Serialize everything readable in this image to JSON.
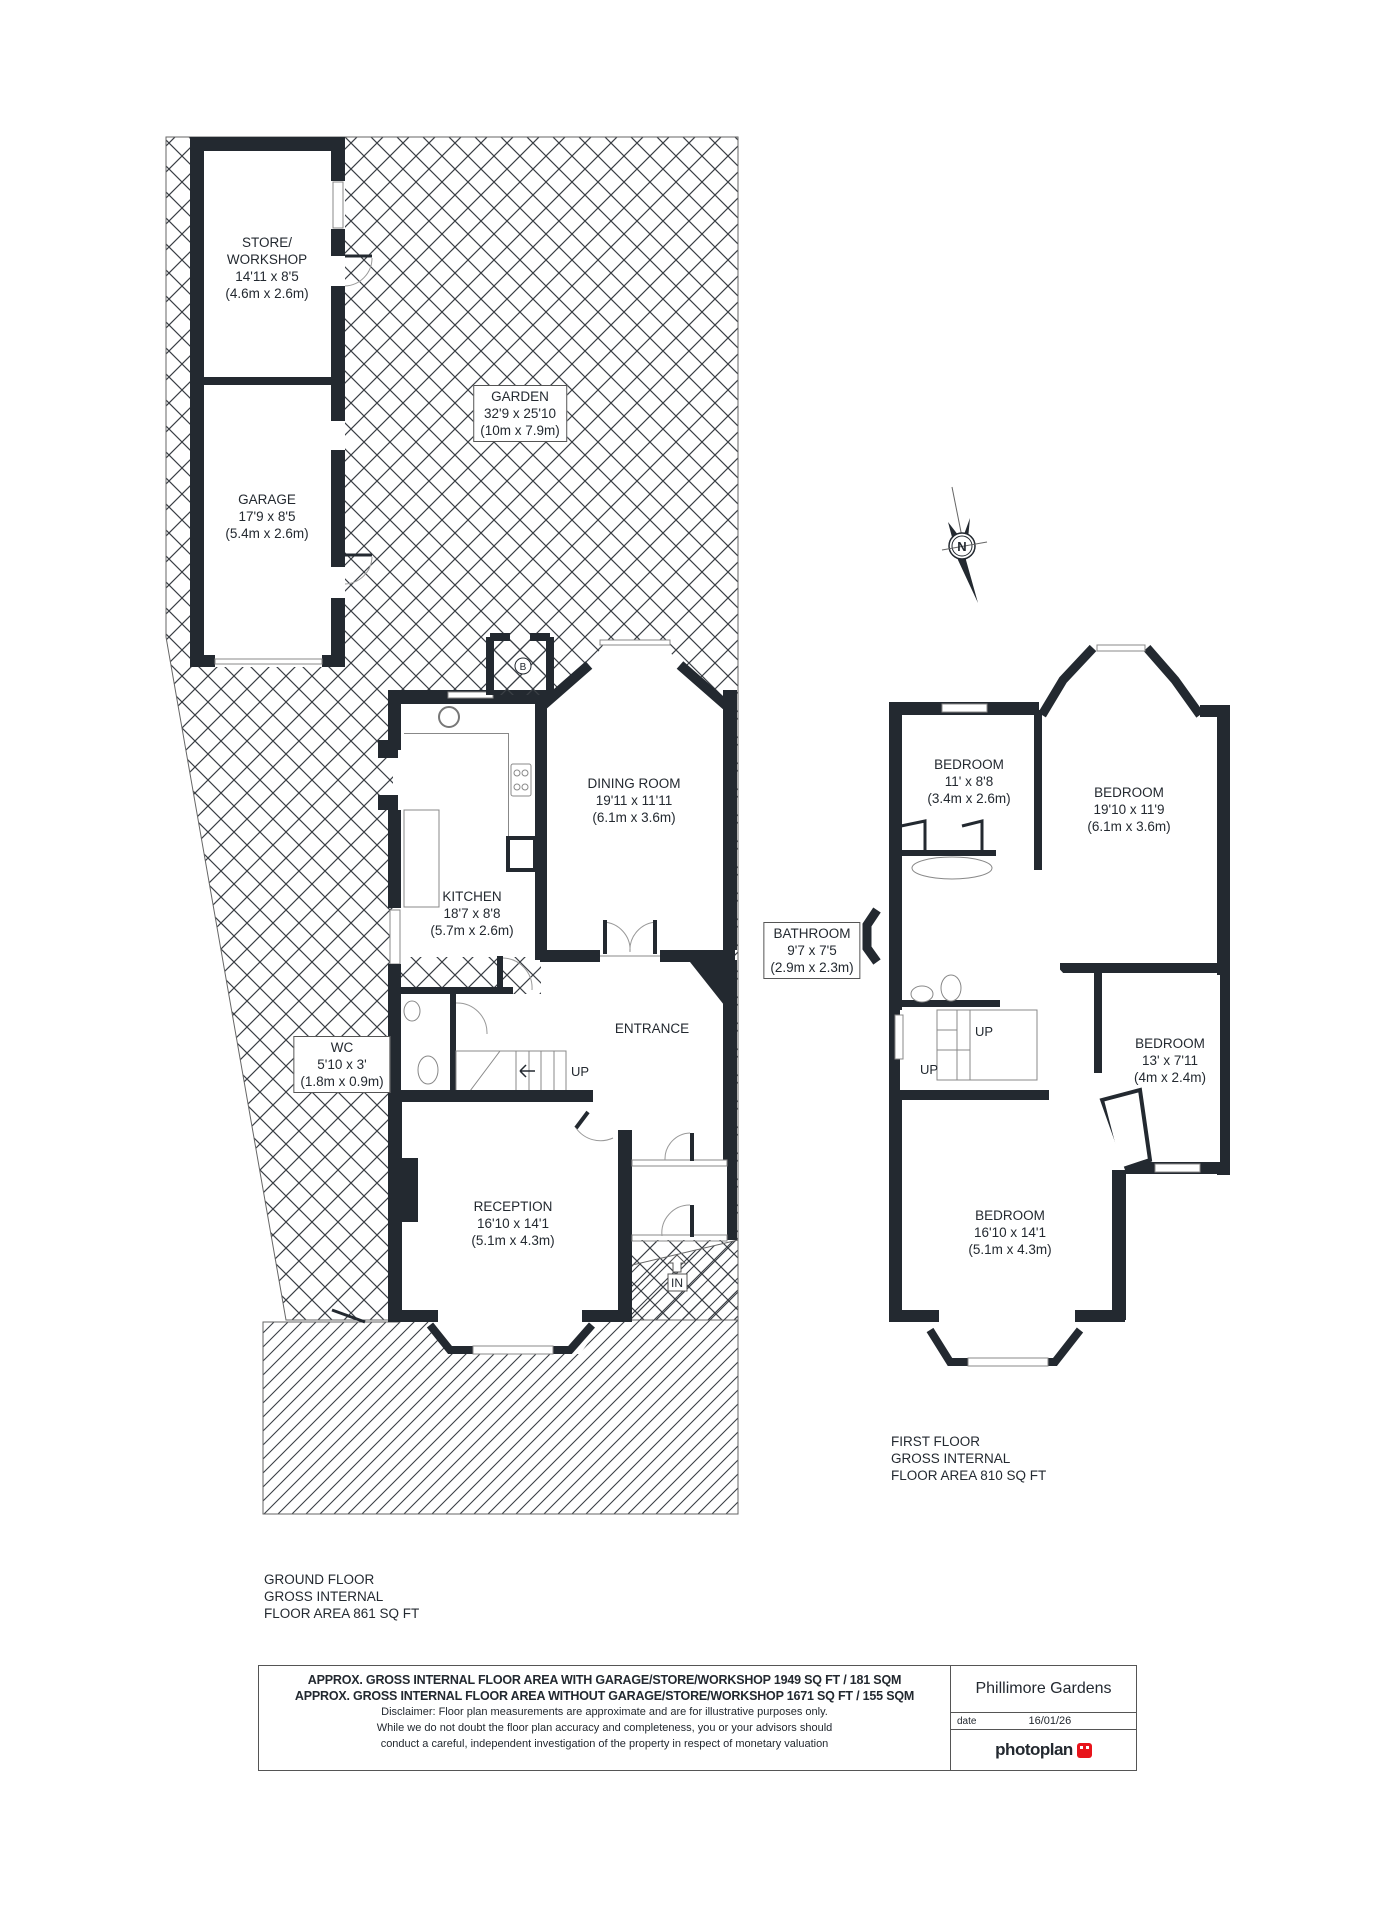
{
  "ground_floor": {
    "title_lines": [
      "GROUND FLOOR",
      "GROSS INTERNAL",
      "FLOOR AREA 861 SQ FT"
    ],
    "rooms": [
      {
        "name": "STORE/ WORKSHOP",
        "lines": [
          "STORE/",
          "WORKSHOP",
          "14'11 x 8'5",
          "(4.6m x 2.6m)"
        ]
      },
      {
        "name": "GARAGE",
        "lines": [
          "GARAGE",
          "17'9 x 8'5",
          "(5.4m x 2.6m)"
        ]
      },
      {
        "name": "GARDEN",
        "lines": [
          "GARDEN",
          "32'9 x 25'10",
          "(10m x 7.9m)"
        ]
      },
      {
        "name": "DINING ROOM",
        "lines": [
          "DINING ROOM",
          "19'11 x 11'11",
          "(6.1m x 3.6m)"
        ]
      },
      {
        "name": "KITCHEN",
        "lines": [
          "KITCHEN",
          "18'7 x 8'8",
          "(5.7m x 2.6m)"
        ]
      },
      {
        "name": "ENTRANCE",
        "lines": [
          "ENTRANCE"
        ]
      },
      {
        "name": "WC",
        "lines": [
          "WC",
          "5'10 x 3'",
          "(1.8m x 0.9m)"
        ]
      },
      {
        "name": "RECEPTION",
        "lines": [
          "RECEPTION",
          "16'10 x 14'1",
          "(5.1m x 4.3m)"
        ]
      }
    ],
    "markers": {
      "stairs": "UP",
      "entry": "IN",
      "boiler": "B"
    }
  },
  "first_floor": {
    "title_lines": [
      "FIRST FLOOR",
      "GROSS INTERNAL",
      "FLOOR AREA 810 SQ FT"
    ],
    "rooms": [
      {
        "name": "BEDROOM",
        "lines": [
          "BEDROOM",
          "11' x 8'8",
          "(3.4m x 2.6m)"
        ]
      },
      {
        "name": "BEDROOM",
        "lines": [
          "BEDROOM",
          "19'10 x 11'9",
          "(6.1m x 3.6m)"
        ]
      },
      {
        "name": "BATHROOM",
        "lines": [
          "BATHROOM",
          "9'7 x 7'5",
          "(2.9m x 2.3m)"
        ]
      },
      {
        "name": "BEDROOM",
        "lines": [
          "BEDROOM",
          "13' x 7'11",
          "(4m x 2.4m)"
        ]
      },
      {
        "name": "BEDROOM",
        "lines": [
          "BEDROOM",
          "16'10 x 14'1",
          "(5.1m x 4.3m)"
        ]
      }
    ],
    "markers": {
      "stairs_up_1": "UP",
      "stairs_up_2": "UP"
    }
  },
  "compass": {
    "label": "N"
  },
  "footer": {
    "area_with": "APPROX. GROSS INTERNAL FLOOR AREA WITH GARAGE/STORE/WORKSHOP 1949 SQ FT / 181 SQM",
    "area_without": "APPROX. GROSS INTERNAL FLOOR AREA WITHOUT GARAGE/STORE/WORKSHOP 1671 SQ FT / 155 SQM",
    "disclaimer_lines": [
      "Disclaimer: Floor plan measurements are approximate and are for illustrative purposes only.",
      "While we do not doubt the floor plan accuracy and completeness, you or your advisors should",
      "conduct a careful, independent investigation of the property in respect of monetary valuation"
    ],
    "property_name": "Phillimore Gardens",
    "date_label": "date",
    "date_value": "16/01/26",
    "brand": "photoplan"
  },
  "colors": {
    "wall": "#232930",
    "hatch": "#3a3f45",
    "logo_red": "#e8141b"
  }
}
